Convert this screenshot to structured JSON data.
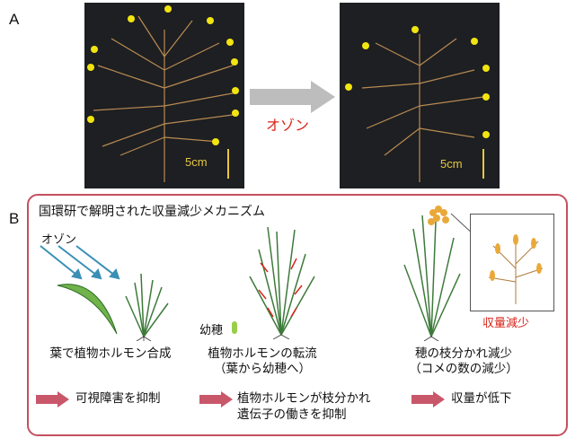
{
  "panel_a": {
    "letter": "A",
    "scale_left": "5cm",
    "scale_right": "5cm",
    "arrow_label": "オゾン"
  },
  "panel_b": {
    "letter": "B",
    "title": "国環研で解明された収量減少メカニズム",
    "ozone_label": "オゾン",
    "young_panicle_label": "幼穂",
    "yield_loss_label": "収量減少",
    "captions": {
      "left": "葉で植物ホルモン合成",
      "middle_line1": "植物ホルモンの転流",
      "middle_line2": "（葉から幼穂へ）",
      "right_line1": "穂の枝分かれ減少",
      "right_line2": "（コメの数の減少）"
    },
    "effects": {
      "left": "可視障害を抑制",
      "middle_line1": "植物ホルモンが枝分かれ",
      "middle_line2": "遺伝子の働きを抑制",
      "right": "収量が低下"
    }
  },
  "colors": {
    "accent_red": "#d9261c",
    "box_border": "#c4505f",
    "effect_arrow": "#c9576a",
    "photo_bg": "#1d1f22",
    "marker_yellow": "#f2e40f",
    "ozone_arrow": "#3a8fb5",
    "leaf_green": "#3d7a3a",
    "panicle_orange": "#e9a93a"
  }
}
